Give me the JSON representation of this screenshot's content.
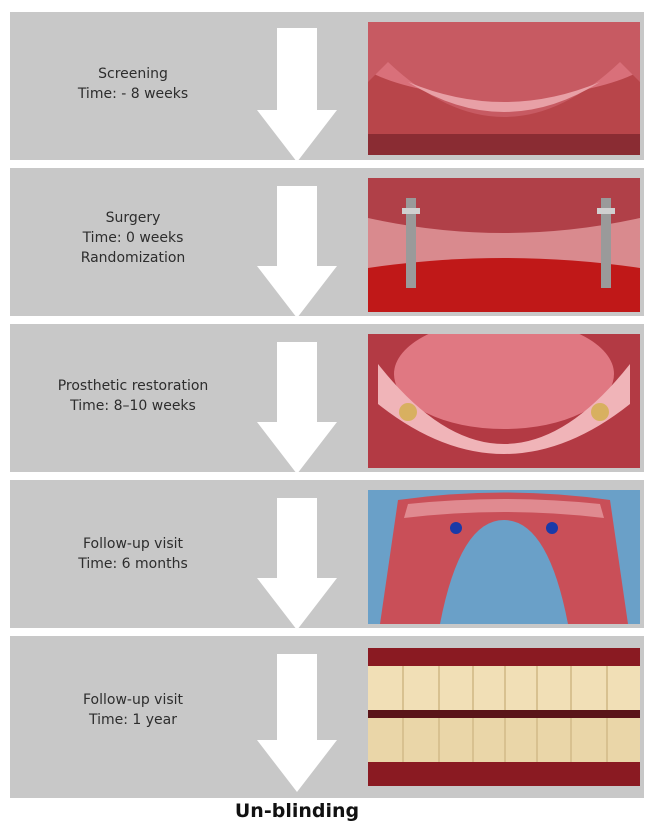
{
  "stages": [
    {
      "lines": [
        "Screening",
        "Time: - 8 weeks"
      ],
      "photo": "lower-jaw-gums-photo"
    },
    {
      "lines": [
        "Surgery",
        "Time: 0 weeks",
        "Randomization"
      ],
      "photo": "implants-surgery-photo"
    },
    {
      "lines": [
        "Prosthetic restoration",
        "Time: 8–10 weeks"
      ],
      "photo": "healing-abutments-photo"
    },
    {
      "lines": [
        "Follow-up visit",
        "Time: 6 months"
      ],
      "photo": "overdenture-photo"
    },
    {
      "lines": [
        "Follow-up visit",
        "Time: 1 year"
      ],
      "photo": "teeth-smile-photo"
    }
  ],
  "footer": {
    "label": "Un-blinding"
  },
  "colors": {
    "panel": "#c8c8c8",
    "arrow": "#ffffff",
    "text": "#2d2d2d"
  }
}
